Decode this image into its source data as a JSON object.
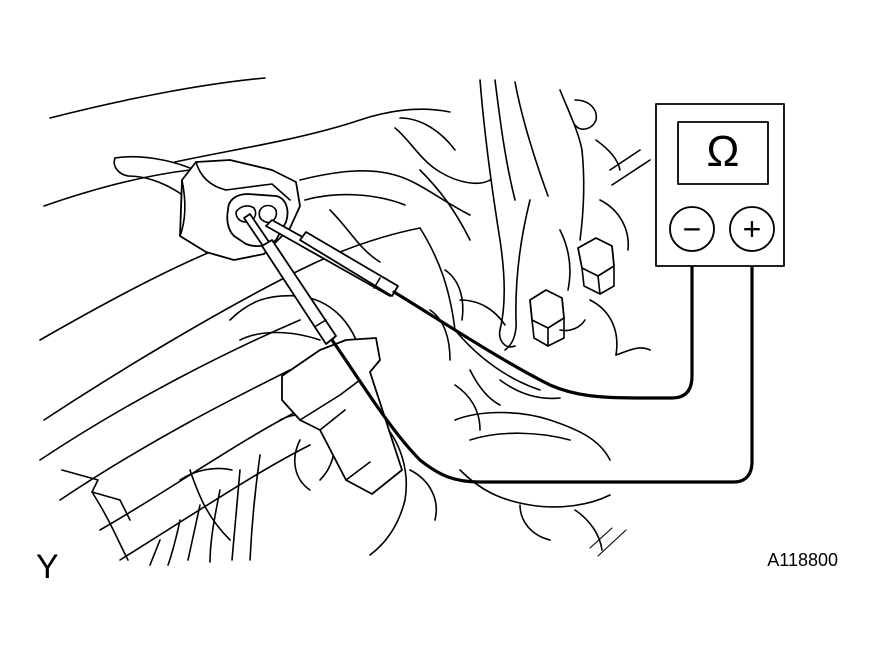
{
  "figure": {
    "view_label": "Y",
    "figure_id": "A118800"
  },
  "meter": {
    "display_symbol": "Ω",
    "negative_terminal_symbol": "−",
    "positive_terminal_symbol": "+"
  }
}
